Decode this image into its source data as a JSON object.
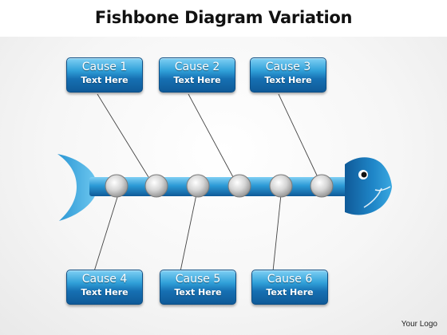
{
  "title": "Fishbone Diagram Variation",
  "causes": [
    {
      "title": "Cause 1",
      "text": "Text Here"
    },
    {
      "title": "Cause 2",
      "text": "Text Here"
    },
    {
      "title": "Cause 3",
      "text": "Text Here"
    },
    {
      "title": "Cause 4",
      "text": "Text Here"
    },
    {
      "title": "Cause 5",
      "text": "Text Here"
    },
    {
      "title": "Cause 6",
      "text": "Text Here"
    }
  ],
  "logo": "Your Logo",
  "colors": {
    "accent_blue": "#2196d9",
    "dark_blue": "#0f5a98",
    "node_gray": "#bdbdbd"
  }
}
